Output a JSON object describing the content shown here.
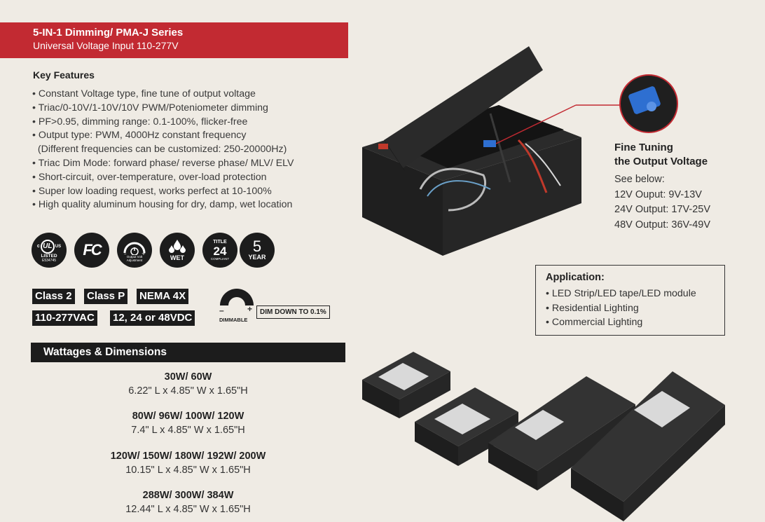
{
  "header": {
    "title": "5-IN-1 Dimming/ PMA-J Series",
    "subtitle": "Universal Voltage Input 110-277V"
  },
  "key_features": {
    "heading": "Key Features",
    "items": [
      "• Constant Voltage type, fine tune of output voltage",
      "• Triac/0-10V/1-10V/10V PWM/Poteniometer dimming",
      "• PF>0.95, dimming range: 0.1-100%, flicker-free",
      "• Output type: PWM, 4000Hz constant frequency",
      "  (Different frequencies can be customized: 250-20000Hz)",
      "• Triac Dim Mode: forward phase/ reverse phase/ MLV/ ELV",
      "• Short-circuit, over-temperature, over-load protection",
      "• Super low loading request, works perfect at 10-100%",
      "• High quality aluminum housing for dry, damp, wet location"
    ]
  },
  "certifications": {
    "ul_top": "UL",
    "ul_c": "c",
    "ul_us": "US",
    "ul_listed": "LISTED",
    "ul_no": "E534745",
    "fc": "FC",
    "output_adj": "Output Volt Adjustment",
    "wet": "WET",
    "title24_top": "TITLE",
    "title24_num": "24",
    "title24_bottom": "COMPLIANT",
    "year_num": "5",
    "year_label": "YEAR"
  },
  "specs": {
    "class2": "Class 2",
    "classp": "Class P",
    "nema": "NEMA 4X",
    "vac": "110-277VAC",
    "vdc": "12, 24 or 48VDC",
    "dim_minus": "–",
    "dim_plus": "+",
    "dimmable": "DIMMABLE",
    "dim_down": "DIM DOWN TO 0.1%"
  },
  "wattages": {
    "heading": "Wattages & Dimensions",
    "groups": [
      {
        "watts": "30W/ 60W",
        "dims": "6.22\" L x 4.85\" W x 1.65\"H"
      },
      {
        "watts": "80W/ 96W/ 100W/ 120W",
        "dims": "7.4\" L x 4.85\" W x 1.65\"H"
      },
      {
        "watts": "120W/ 150W/ 180W/ 192W/ 200W",
        "dims": "10.15\" L x 4.85\" W x 1.65\"H"
      },
      {
        "watts": "288W/ 300W/ 384W",
        "dims": "12.44\" L x 4.85\" W x 1.65\"H"
      }
    ]
  },
  "fine_tuning": {
    "heading_1": "Fine Tuning",
    "heading_2": "the Output Voltage",
    "lines": [
      "See below:",
      "12V Ouput: 9V-13V",
      "24V Output: 17V-25V",
      "48V Output: 36V-49V"
    ]
  },
  "application": {
    "heading": "Application:",
    "items": [
      "• LED Strip/LED tape/LED module",
      "• Residential Lighting",
      "• Commercial Lighting"
    ]
  },
  "colors": {
    "brand_red": "#c22a32",
    "background": "#efebe4",
    "dark": "#1c1c1c"
  }
}
